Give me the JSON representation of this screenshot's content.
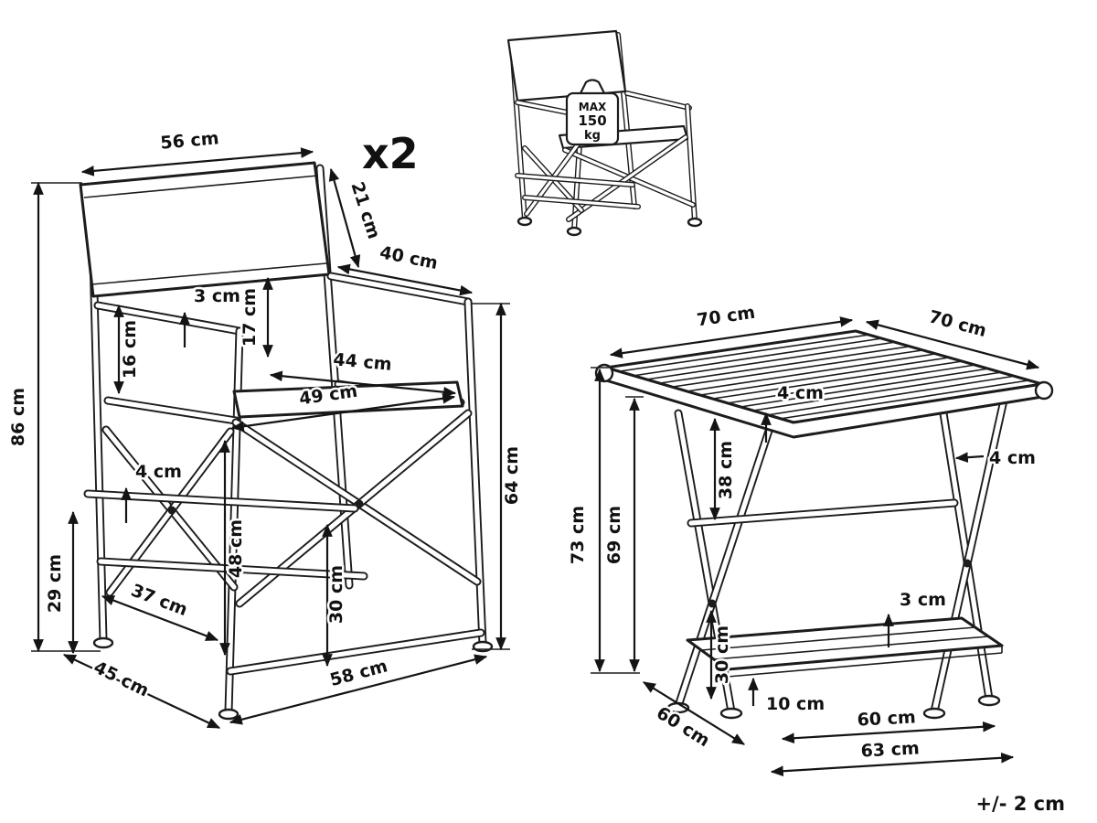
{
  "meta": {
    "quantity": "x2",
    "tolerance": "+/- 2 cm"
  },
  "badge": {
    "max": "MAX",
    "weight": "150",
    "unit": "kg"
  },
  "chair": {
    "back_width": "56 cm",
    "back_height": "21 cm",
    "armrest_length": "40 cm",
    "frame_thickness": "3 cm",
    "backrest_gap": "17 cm",
    "backrest_panel": "16 cm",
    "seat_depth": "44 cm",
    "seat_width": "49 cm",
    "overall_height": "86 cm",
    "armrest_height": "64 cm",
    "seat_height": "48 cm",
    "rail_thickness": "4 cm",
    "rail_ground_height": "29 cm",
    "rail_length": "37 cm",
    "underseat_clearance": "30 cm",
    "overall_depth": "45 cm",
    "overall_width": "58 cm"
  },
  "table": {
    "top_width": "70 cm",
    "top_depth": "70 cm",
    "top_thickness": "4 cm",
    "under_top_height": "38 cm",
    "leg_thickness": "4 cm",
    "overall_height": "73 cm",
    "clearance_height": "69 cm",
    "shelf_slat_thickness": "3 cm",
    "shelf_ground_height": "30 cm",
    "shelf_offset": "10 cm",
    "overall_depth": "60 cm",
    "base_inner_width": "60 cm",
    "base_width": "63 cm"
  }
}
